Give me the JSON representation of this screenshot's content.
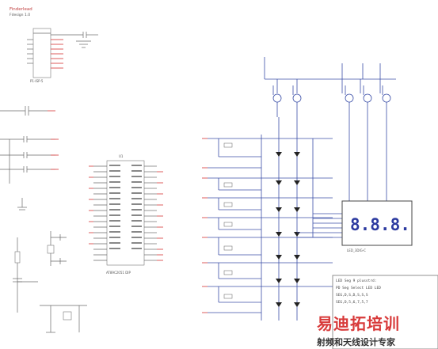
{
  "top_left_label": "Finderlead",
  "top_left_sublabel": "Fdesign 1.0",
  "header_ref": "P1-ISP-5",
  "mcu_ref": "U1",
  "mcu_part": "AT89C2051 DIP",
  "display_digits": "8.8.8.",
  "display_ref": "LED_3DIG-C",
  "note_lines": [
    "LED Seg 9 plusstrd:",
    "PD Seg Select   LED   LED",
    "   SEG,D,S,D,S,S,S",
    "   SEG,D,5,6,7,5,7"
  ],
  "watermark_title": "易迪拓培训",
  "watermark_subtitle": "射频和天线设计专家"
}
